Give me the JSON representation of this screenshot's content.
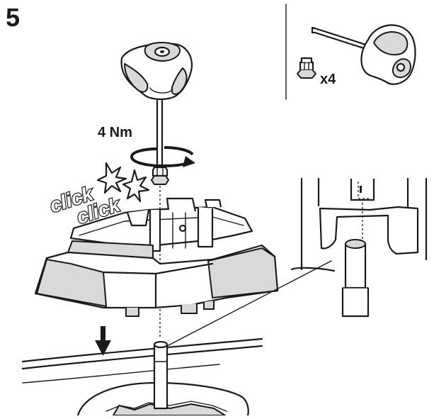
{
  "step": {
    "number": "5"
  },
  "torque": {
    "label": "4 Nm"
  },
  "sound": {
    "first": "click",
    "second": "click"
  },
  "parts": {
    "nut_quantity": "x4"
  },
  "colors": {
    "ink": "#1a1a1a",
    "paper": "#ffffff",
    "shade": "#d9d9d9"
  },
  "icons": {
    "torque_key": "t-handle-torque-key-icon",
    "nut": "hex-nut-icon",
    "rotation": "rotation-arrow-icon",
    "direction": "down-arrow-icon",
    "impact": "click-burst-icon"
  }
}
